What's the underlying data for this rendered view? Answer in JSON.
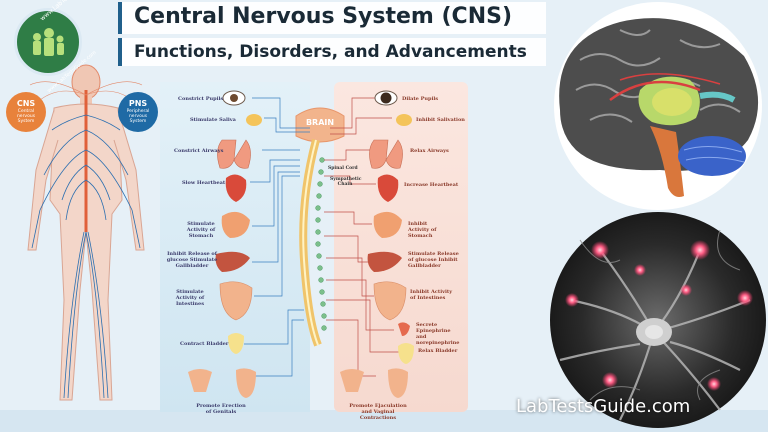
{
  "title": "Central Nervous System (CNS)",
  "subtitle": "Functions, Disorders, and Advancements",
  "watermark": "LabTestsGuide.com",
  "logo": {
    "top": "www.LabTestsGuide.com",
    "bottom": "www.LabTestsGuide.com"
  },
  "badges": {
    "cns": {
      "abbr": "CNS",
      "text": "Central nervous System"
    },
    "pns": {
      "abbr": "PNS",
      "text": "Peripheral nervous System"
    }
  },
  "diagram": {
    "brain": "BRAIN",
    "spinal_cord": "Spinal Cord",
    "sympathetic_chain": "Sympathetic Chain",
    "left": [
      "Constrict Pupils",
      "Stimulate Saliva",
      "Constrict Airways",
      "Slow Heartbeat",
      "Stimulate Activity of Stomach",
      "Inhibit Release of glucose Stimulate Gallbladder",
      "Stimulate Activity of Intestines",
      "Contract Bladder",
      "Promote Erection of Genitals"
    ],
    "right": [
      "Dilate Pupils",
      "Inhibit Salivation",
      "Relax Airways",
      "Increase Heartbeat",
      "Inhibit Activity of Stomach",
      "Stimulate Release of glucose Inhibit Gallbladder",
      "Inhibit Activity of Intestines",
      "Secrete Epinephrine and norepinephrine",
      "Relax Bladder",
      "Promote Ejaculation and Vaginal Contractions"
    ]
  },
  "colors": {
    "parasympathetic_panel": "#d8ecf5",
    "sympathetic_panel": "#f9e3dc",
    "spinal_cord": "#f0c46a",
    "brand_green": "#2f7d46"
  }
}
